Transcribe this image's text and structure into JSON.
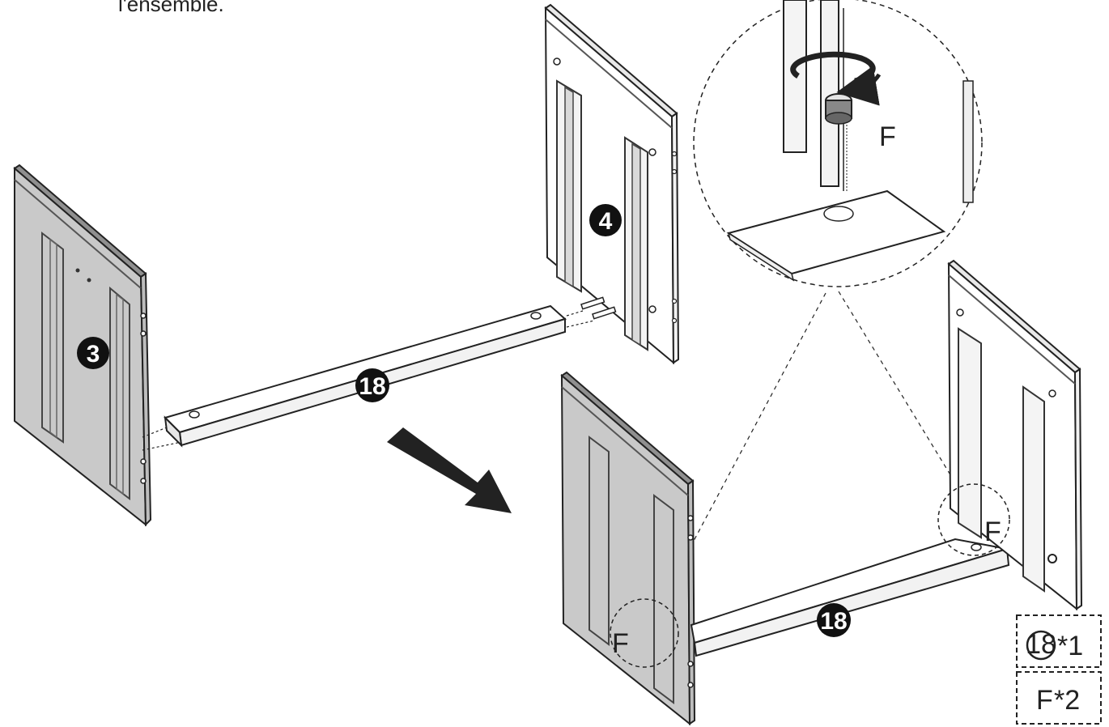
{
  "caption": "l'ensemble.",
  "parts": {
    "panel_left": "3",
    "panel_back": "4",
    "rail": "18"
  },
  "fastener": {
    "zoom_label": "F",
    "left_label": "F",
    "right_label": "F"
  },
  "parts_list": [
    {
      "part": "18",
      "qty": "*1"
    },
    {
      "part": "F",
      "qty": "*2"
    }
  ]
}
